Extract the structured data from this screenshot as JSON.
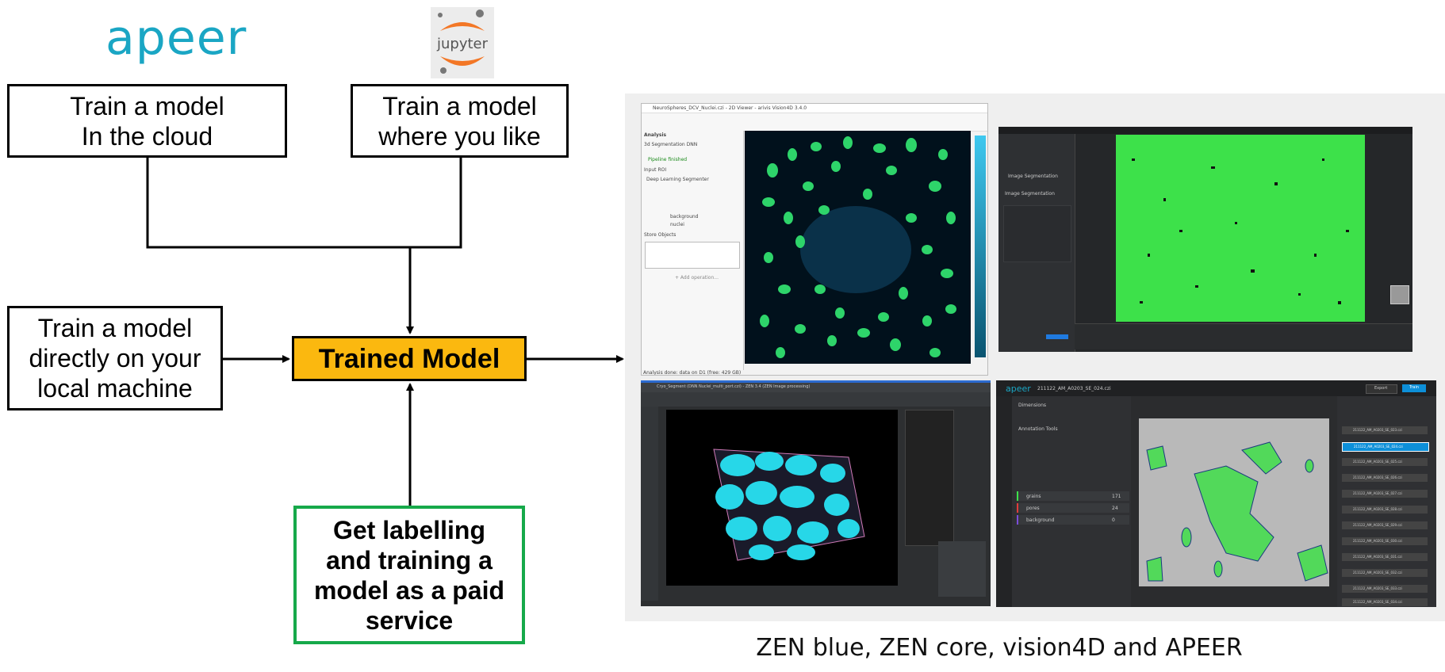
{
  "logos": {
    "apeer": "apeer",
    "jupyter": "jupyter"
  },
  "boxes": {
    "cloud": "Train a model\nIn the cloud",
    "where_you_like": "Train a model\nwhere you like",
    "local": "Train a model\ndirectly on your\nlocal machine",
    "trained": "Trained Model",
    "paid": "Get labelling\nand training a\nmodel as a paid\nservice"
  },
  "screenshots": {
    "vision4d": {
      "title": "NeuroSpheres_DCV_Nuclei.czi - 2D Viewer - arivis Vision4D 3.4.0",
      "panel_title": "Analysis",
      "pipeline": "3d Segmentation DNN",
      "status": "Pipeline finished",
      "section_input": "Input ROI",
      "operation": "Deep Learning Segmenter",
      "classes": [
        "background",
        "nuclei"
      ],
      "store": "Store Objects",
      "footer": "Analysis done: data on D1 (free: 429 GB)",
      "add_operation": "+ Add operation..."
    },
    "zen_core": {
      "panel_title": "Image Segmentation",
      "section": "Image Segmentation"
    },
    "zen_blue": {
      "title": "Cryo_Segment (DNN Nuclei_multi_port.czi) - ZEN 3.4 (ZEN Image processing)"
    },
    "apeer_annotate": {
      "brand": "apeer",
      "file": "211122_AM_A0203_SE_024.czi",
      "export_label": "Export",
      "train_label": "Train",
      "dimensions": "Dimensions",
      "annotation_tools": "Annotation Tools",
      "classes": [
        {
          "name": "grains",
          "count": "171"
        },
        {
          "name": "pores",
          "count": "24"
        },
        {
          "name": "background",
          "count": "0"
        }
      ],
      "files": [
        "211122_AM_A0203_SE_023.czi",
        "211122_AM_A0203_SE_024.czi",
        "211122_AM_A0203_SE_025.czi",
        "211122_AM_A0203_SE_026.czi",
        "211122_AM_A0203_SE_027.czi",
        "211122_AM_A0203_SE_028.czi",
        "211122_AM_A0203_SE_029.czi",
        "211122_AM_A0203_SE_030.czi",
        "211122_AM_A0203_SE_031.czi",
        "211122_AM_A0203_SE_032.czi",
        "211122_AM_A0203_SE_033.czi",
        "211122_AM_A0203_SE_034.czi"
      ]
    }
  },
  "caption": "ZEN blue, ZEN core, vision4D and APEER",
  "colors": {
    "trained_fill": "#fbb80f",
    "paid_border": "#16a94a",
    "apeer_brand": "#1aa6c4",
    "segmentation_green": "#3de14a",
    "cyan_3d": "#27d7e8"
  }
}
